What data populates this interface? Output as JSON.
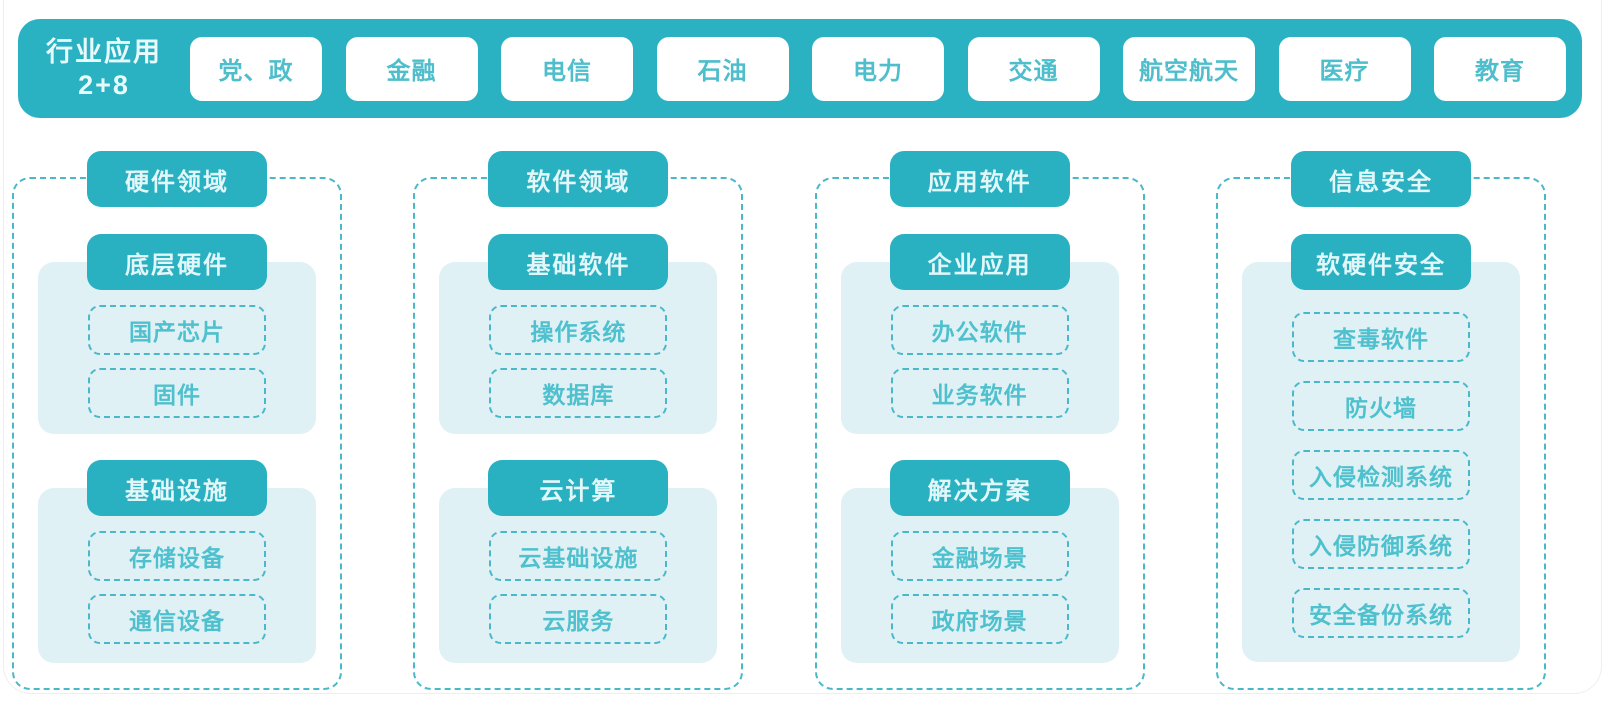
{
  "header": {
    "title_line1": "行业应用",
    "title_line2": "2+8",
    "industries": [
      "党、政",
      "金融",
      "电信",
      "石油",
      "电力",
      "交通",
      "航空航天",
      "医疗",
      "教育"
    ]
  },
  "columns": [
    {
      "title": "硬件领域",
      "groups": [
        {
          "title": "底层硬件",
          "items": [
            "国产芯片",
            "固件"
          ]
        },
        {
          "title": "基础设施",
          "items": [
            "存储设备",
            "通信设备"
          ]
        }
      ]
    },
    {
      "title": "软件领域",
      "groups": [
        {
          "title": "基础软件",
          "items": [
            "操作系统",
            "数据库"
          ]
        },
        {
          "title": "云计算",
          "items": [
            "云基础设施",
            "云服务"
          ]
        }
      ]
    },
    {
      "title": "应用软件",
      "groups": [
        {
          "title": "企业应用",
          "items": [
            "办公软件",
            "业务软件"
          ]
        },
        {
          "title": "解决方案",
          "items": [
            "金融场景",
            "政府场景"
          ]
        }
      ]
    },
    {
      "title": "信息安全",
      "groups": [
        {
          "title": "软硬件安全",
          "items": [
            "查毒软件",
            "防火墙",
            "入侵检测系统",
            "入侵防御系统",
            "安全备份系统"
          ]
        }
      ]
    }
  ],
  "colors": {
    "accent_teal": "#2bb2c2",
    "panel_light": "#e0f1f5",
    "dashed_border": "#49b9c9",
    "item_text": "#4fc0cd",
    "pill_text_on_white": "#4fbecc"
  }
}
